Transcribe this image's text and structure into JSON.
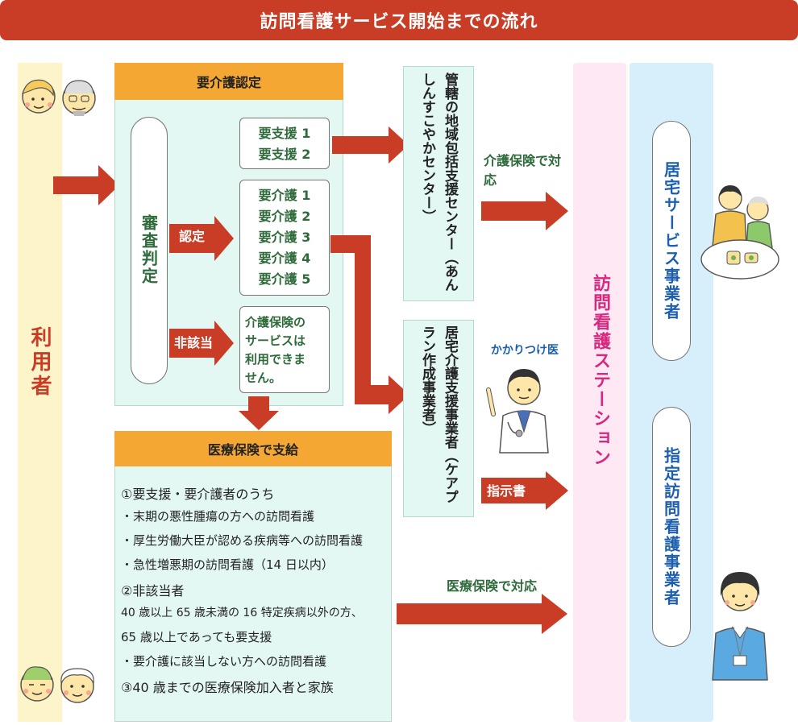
{
  "title": "訪問看護サービス開始までの流れ",
  "user_label": "利用者",
  "certification": {
    "header": "要介護認定",
    "screening": "審査判定",
    "certified_label": "認定",
    "not_applicable_label": "非該当",
    "support_levels": [
      "要支援 1",
      "要支援 2"
    ],
    "care_levels": [
      "要介護 1",
      "要介護 2",
      "要介護 3",
      "要介護 4",
      "要介護 5"
    ],
    "not_eligible_note": [
      "介護保険の",
      "サービスは",
      "利用できま",
      "せん。"
    ]
  },
  "medical": {
    "header": "医療保険で支給",
    "lines": [
      "①要支援・要介護者のうち",
      "・末期の悪性腫瘍の方への訪問看護",
      "・厚生労働大臣が認める疾病等への訪問看護",
      "・急性増悪期の訪問看護（14 日以内）",
      "②非該当者",
      "40 歳以上 65 歳未満の 16 特定疾病以外の方、",
      "65 歳以上であっても要支援",
      "・要介護に該当しない方への訪問看護",
      "③40 歳までの医療保険加入者と家族"
    ]
  },
  "centers": {
    "community": "管轄の地域包括支援センター（あんしんすこやかセンター）",
    "care_plan": "居宅介護支援事業者（ケアプラン作成事業者）"
  },
  "arrows": {
    "care_insurance": "介護保険で対応",
    "instruction": "指示書",
    "medical_insurance": "医療保険で対応"
  },
  "doctor_label": "かかりつけ医",
  "station_label": "訪問看護ステーション",
  "providers": {
    "home_service": "居宅サービス事業者",
    "designated_nursing": "指定訪問看護事業者"
  },
  "colors": {
    "title_red": "#c93d26",
    "arrow_red": "#c93d26",
    "header_orange": "#f5a733",
    "mint": "#e4f8f3",
    "green_text": "#2e6b3a",
    "station_pink": "#d6287e",
    "provider_blue": "#1d5fae"
  }
}
